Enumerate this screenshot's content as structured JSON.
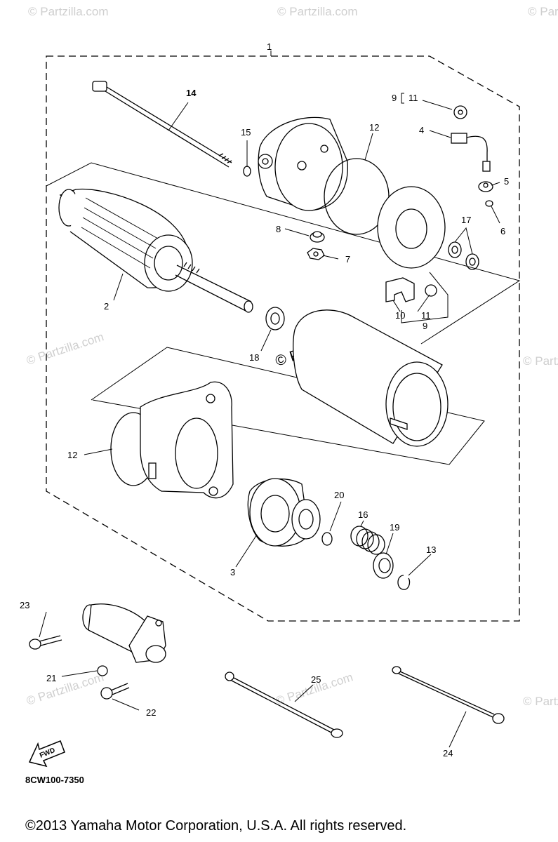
{
  "watermarks": {
    "small": "© Partzilla.com",
    "main": "© Partzilla.com"
  },
  "callouts": {
    "c1": "1",
    "c2": "2",
    "c3": "3",
    "c4": "4",
    "c5": "5",
    "c6": "6",
    "c7": "7",
    "c8": "8",
    "c9a": "9",
    "c9b": "9",
    "c10": "10",
    "c11a": "11",
    "c11b": "11",
    "c12a": "12",
    "c12b": "12",
    "c13": "13",
    "c14": "14",
    "c15": "15",
    "c16": "16",
    "c17": "17",
    "c18": "18",
    "c19": "19",
    "c20": "20",
    "c21": "21",
    "c22": "22",
    "c23": "23",
    "c24": "24",
    "c25": "25"
  },
  "fwd_arrow": {
    "label": "FWD",
    "icon": "fwd-arrow-icon"
  },
  "diagram_code": "8CW100-7350",
  "copyright": "©2013  Yamaha Motor Corporation, U.S.A. All rights reserved."
}
